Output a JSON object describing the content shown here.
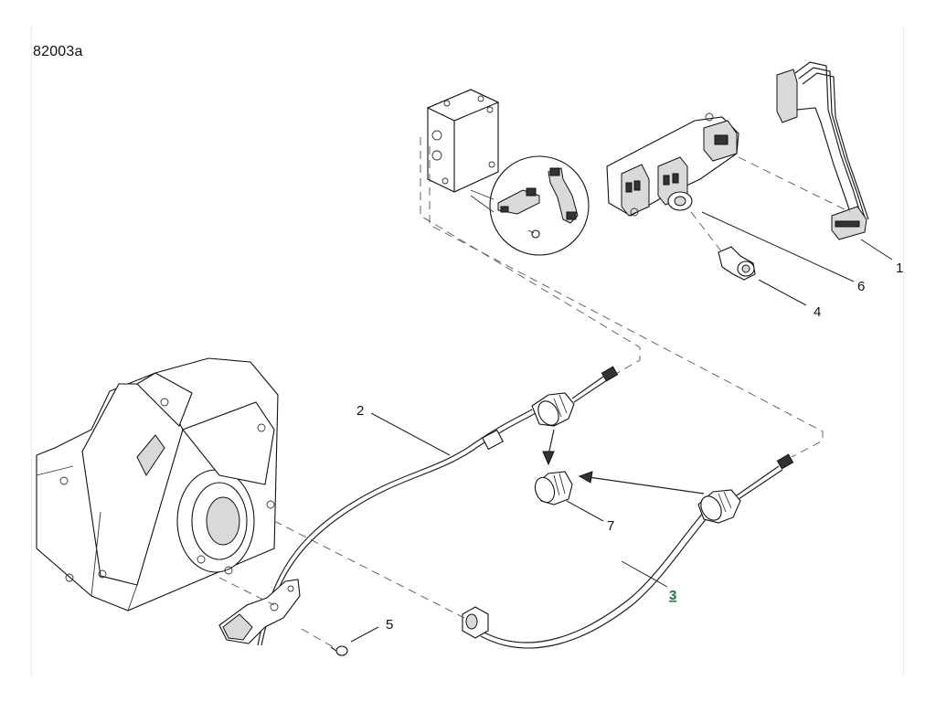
{
  "drawing": {
    "id": "82003a"
  },
  "callouts": [
    {
      "key": "c1",
      "label": "1"
    },
    {
      "key": "c2",
      "label": "2"
    },
    {
      "key": "c3",
      "label": "3",
      "highlighted": true,
      "color": "#1a7a3c"
    },
    {
      "key": "c4",
      "label": "4"
    },
    {
      "key": "c5",
      "label": "5"
    },
    {
      "key": "c6",
      "label": "6"
    },
    {
      "key": "c7",
      "label": "7"
    }
  ],
  "labels": {
    "c1": "1",
    "c2": "2",
    "c3": "3",
    "c4": "4",
    "c5": "5",
    "c6": "6",
    "c7": "7"
  },
  "colors": {
    "line": "#222222",
    "highlight": "#1a7a3c",
    "frame": "#e6eef4"
  }
}
